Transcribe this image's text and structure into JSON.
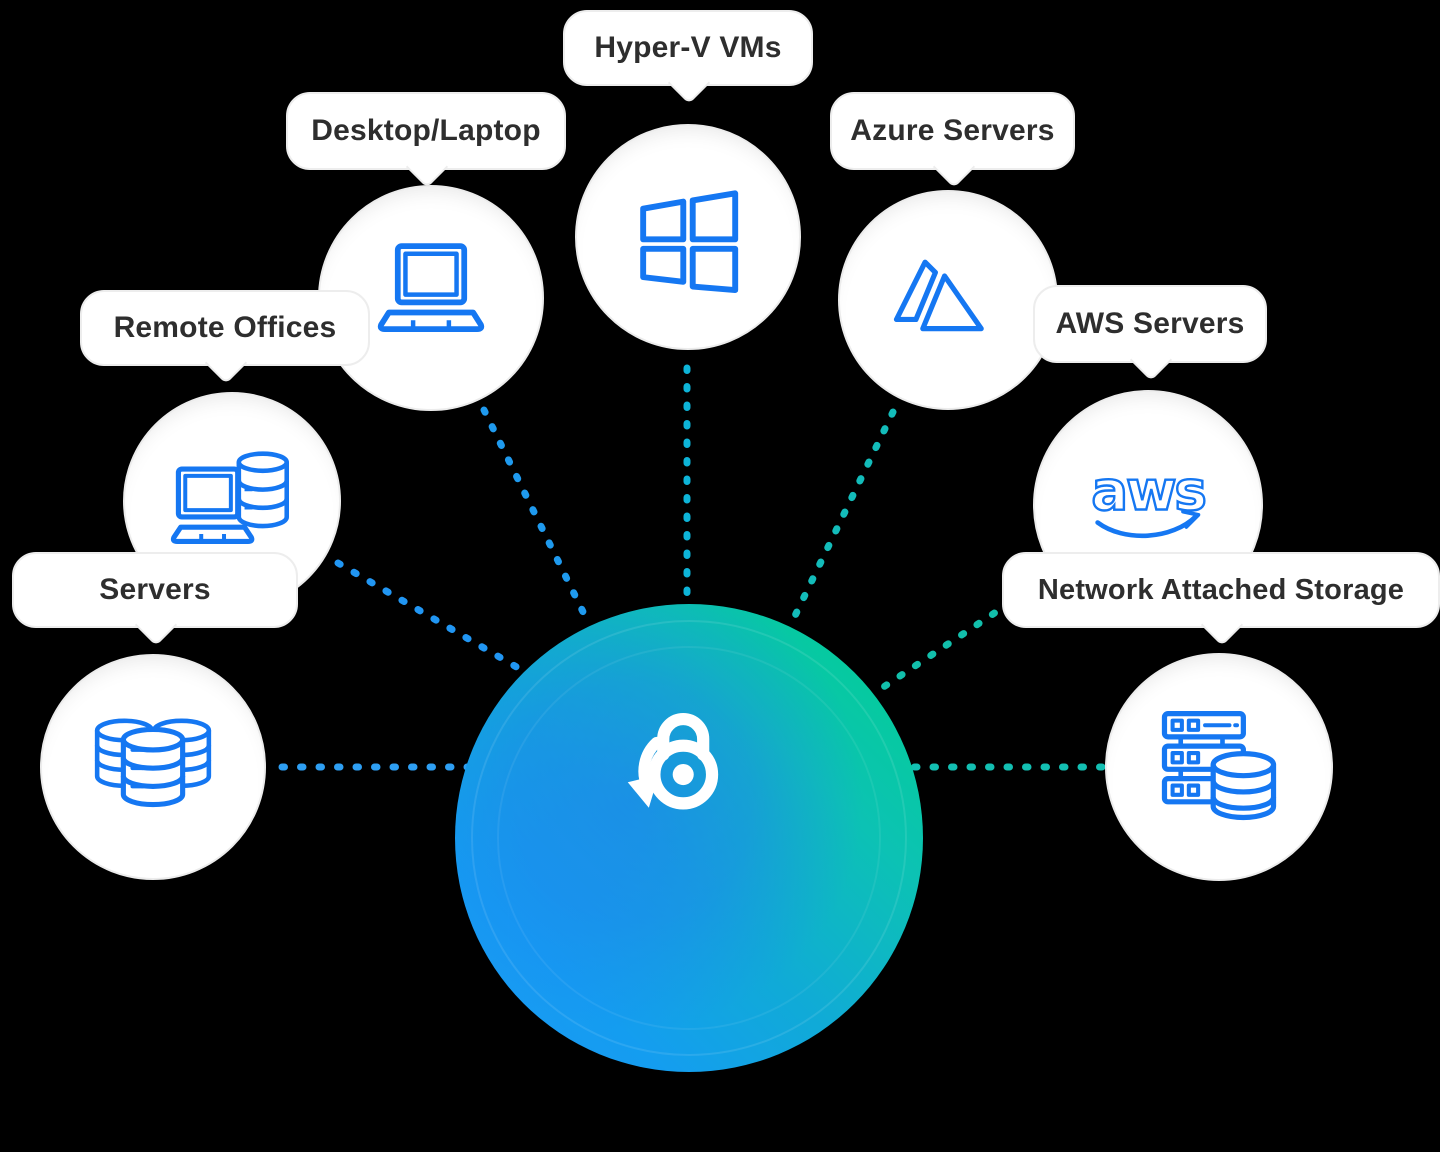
{
  "diagram_background": "#000000",
  "center_node": {
    "icon": "restore-lock-icon",
    "icon_color": "#ffffff",
    "gradient": [
      "#00d18c",
      "#0cc2b4",
      "#149df0",
      "#1e96f5"
    ]
  },
  "nodes": [
    {
      "id": "hyperv",
      "label": "Hyper-V VMs",
      "icon": "windows-icon",
      "link_color": "#0db4d8"
    },
    {
      "id": "desktop",
      "label": "Desktop/Laptop",
      "icon": "laptop-icon",
      "link_color": "#1f9aee"
    },
    {
      "id": "azure",
      "label": "Azure Servers",
      "icon": "azure-logo-icon",
      "link_color": "#13bcba"
    },
    {
      "id": "remote",
      "label": "Remote Offices",
      "icon": "laptop-database-icon",
      "link_color": "#2196f3"
    },
    {
      "id": "aws",
      "label": "AWS Servers",
      "icon": "aws-logo-icon",
      "icon_text": "aws",
      "link_color": "#12bfab"
    },
    {
      "id": "servers",
      "label": "Servers",
      "icon": "database-stack-icon",
      "link_color": "#2e9ff3"
    },
    {
      "id": "nas",
      "label": "Network Attached Storage",
      "icon": "server-rack-database-icon",
      "link_color": "#13bfb2"
    }
  ],
  "styles": {
    "icon_stroke": "#1577f2",
    "bubble_background": "#ffffff",
    "bubble_border": "#ededed",
    "label_color": "#2e2e2e"
  }
}
